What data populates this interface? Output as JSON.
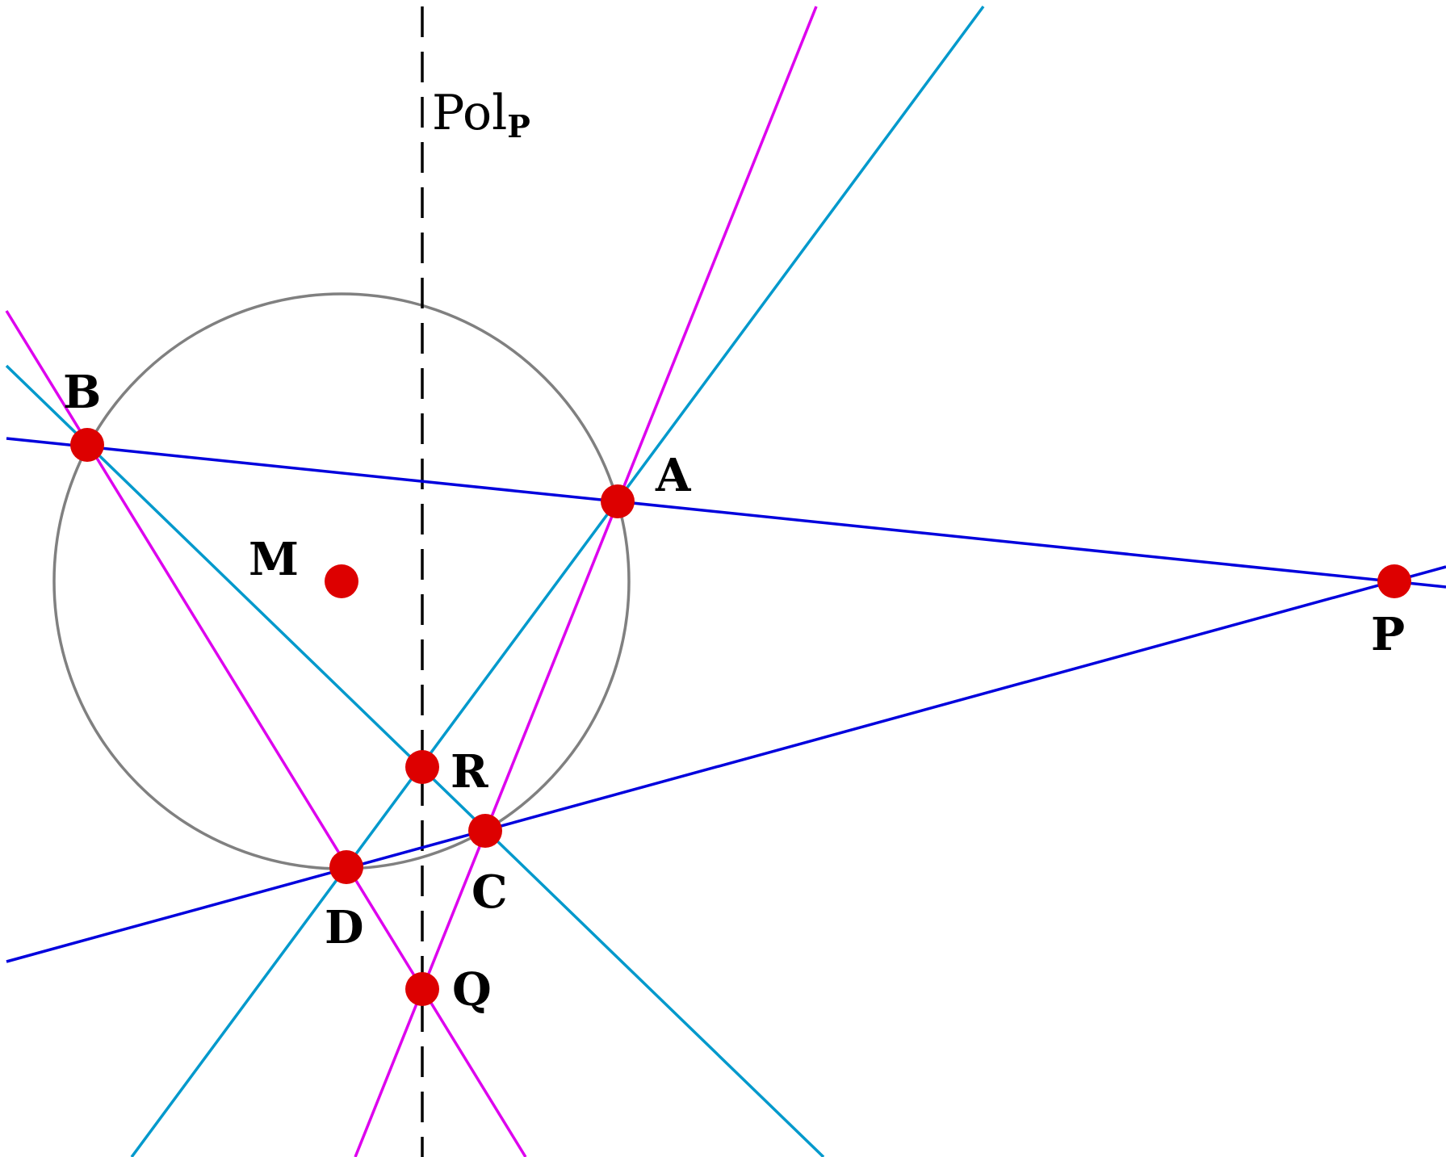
{
  "diagram": {
    "colors": {
      "circle": "#808080",
      "blue_line": "#0000dd",
      "cyan_line": "#0099cc",
      "magenta_line": "#dd00ee",
      "polar_line": "#000000",
      "point_fill": "#dd0000",
      "label": "#000000"
    },
    "polar_label": {
      "main": "Pol",
      "sub": "P"
    },
    "points": [
      {
        "id": "A",
        "label": "A"
      },
      {
        "id": "B",
        "label": "B"
      },
      {
        "id": "C",
        "label": "C"
      },
      {
        "id": "D",
        "label": "D"
      },
      {
        "id": "M",
        "label": "M"
      },
      {
        "id": "P",
        "label": "P"
      },
      {
        "id": "Q",
        "label": "Q"
      },
      {
        "id": "R",
        "label": "R"
      }
    ]
  }
}
